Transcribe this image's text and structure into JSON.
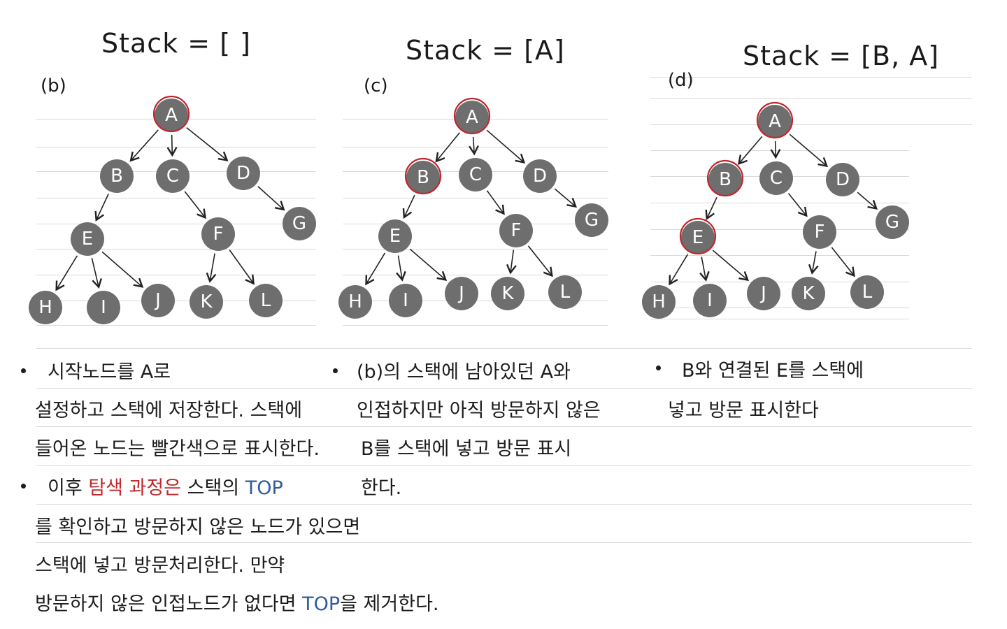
{
  "panels": [
    {
      "tag": "(b)",
      "stack": "Stack = [ ]",
      "visited": [
        "A"
      ]
    },
    {
      "tag": "(c)",
      "stack": "Stack = [A]",
      "visited": [
        "A",
        "B"
      ]
    },
    {
      "tag": "(d)",
      "stack": "Stack = [B, A]",
      "visited": [
        "A",
        "B",
        "E"
      ]
    }
  ],
  "nodes": [
    "A",
    "B",
    "C",
    "D",
    "E",
    "F",
    "G",
    "H",
    "I",
    "J",
    "K",
    "L"
  ],
  "edges": [
    [
      "A",
      "B"
    ],
    [
      "A",
      "C"
    ],
    [
      "A",
      "D"
    ],
    [
      "B",
      "E"
    ],
    [
      "C",
      "F"
    ],
    [
      "D",
      "G"
    ],
    [
      "E",
      "H"
    ],
    [
      "E",
      "I"
    ],
    [
      "E",
      "J"
    ],
    [
      "F",
      "K"
    ],
    [
      "F",
      "L"
    ]
  ],
  "colors": {
    "node": "#6e6e6e",
    "visited_ring": "#c0282d",
    "highlight_red": "#c0282d",
    "highlight_blue": "#2f5c9b"
  },
  "notes": {
    "b1": {
      "l1": "시작노드를   A로",
      "l2": "설정하고 스택에 저장한다. 스택에",
      "l3": "들어온 노드는 빨간색으로 표시한다."
    },
    "b2": {
      "pre": "이후 ",
      "red": "탐색 과정은",
      "mid": " 스택의 ",
      "blue": "TOP",
      "l2": "를 확인하고 방문하지 않은 노드가 있으면",
      "l3": "스택에 넣고 방문처리한다. 만약",
      "l4pre": "방문하지 않은 인접노드가 없다면 ",
      "l4blue": "TOP",
      "l4post": "을 제거한다."
    },
    "c1": {
      "l1": "(b)의  스택에 남아있던 A와",
      "l2": "인접하지만  아직 방문하지 않은",
      "l3": "B를  스택에 넣고 방문 표시",
      "l4": "한다."
    },
    "d1": {
      "l1": "B와 연결된 E를 스택에",
      "l2": "넣고  방문 표시한다"
    }
  }
}
